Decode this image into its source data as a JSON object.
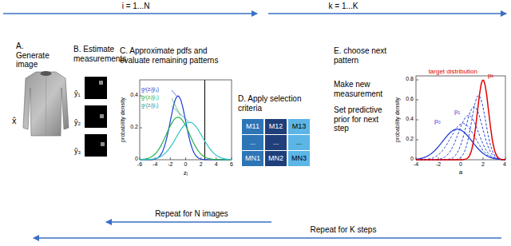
{
  "diagram": {
    "nodes": [
      {
        "text": [
          "M11"
        ]
      },
      {
        "text": [
          "M12"
        ]
      },
      {
        "text": [
          "M13"
        ]
      },
      {
        "text": [
          "..."
        ]
      },
      {
        "text": [
          "..."
        ]
      },
      {
        "text": [
          "..."
        ]
      },
      {
        "text": [
          "MN1"
        ]
      },
      {
        "text": [
          "MN2"
        ]
      },
      {
        "text": [
          "MN3"
        ]
      }
    ],
    "labels": [
      "i = 1...N",
      "k = 1...K",
      "A. Generate image",
      "x̂",
      "B. Estimate measurements",
      "ŷ₁",
      "ŷ₂",
      "ŷ₃",
      "C. Approximate pdfs and evaluate remaining patterns",
      "probability density",
      "zᵢ",
      "g³(zᵢ|ŷ₃)",
      "g²(zᵢ|ŷ₂)",
      "g¹(zᵢ|ŷ₁)",
      "-6",
      "-4",
      "-2",
      "0",
      "2",
      "4",
      "6",
      "0",
      "0.2",
      "0.4",
      "D. Apply selection criteria",
      "E. choose next pattern",
      "Make new measurement",
      "Set predictive prior for next step",
      "target distribution",
      "p₀",
      "p₁",
      "pₖ",
      "probability density",
      "a",
      "-4",
      "-2",
      "0",
      "2",
      "4",
      "0",
      "0.2",
      "0.4",
      "0.6",
      "0.8",
      "Repeat for N images",
      "Repeat for K steps"
    ]
  }
}
